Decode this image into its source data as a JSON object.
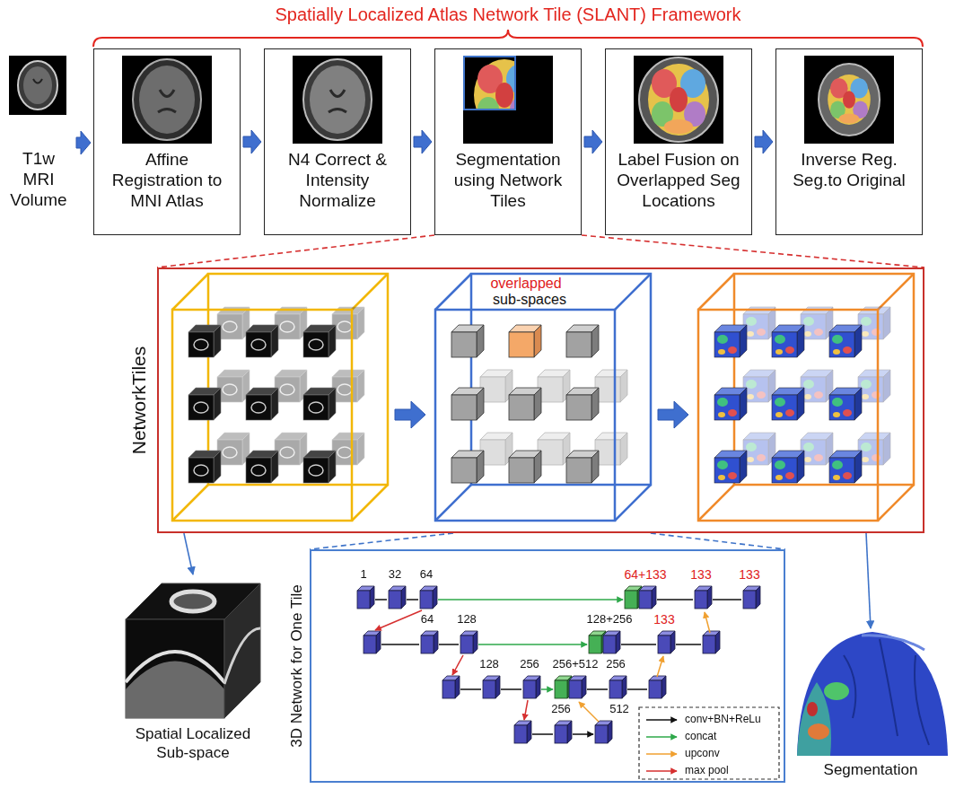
{
  "diagram": {
    "title": "Spatially Localized Atlas Network Tile (SLANT) Framework",
    "nodes": [
      {
        "text": [
          "T1w MRI Volume"
        ]
      },
      {
        "text": [
          "Affine Registration to MNI Atlas"
        ]
      },
      {
        "text": [
          "N4 Correct & Intensity Normalize"
        ]
      },
      {
        "text": [
          "Segmentation using Network Tiles"
        ]
      },
      {
        "text": [
          "Label Fusion on Overlapped Seg Locations"
        ]
      },
      {
        "text": [
          "Inverse Reg. Seg.to Original"
        ]
      },
      {
        "text": [
          "NetworkTiles"
        ]
      },
      {
        "text": [
          "Spatial Localized Sub-space"
        ]
      },
      {
        "text": [
          "3D Network for One Tile"
        ]
      },
      {
        "text": [
          "Segmentation"
        ]
      }
    ],
    "edges": [
      {
        "from": 0,
        "to": 1,
        "arrow": "to"
      },
      {
        "from": 1,
        "to": 2,
        "arrow": "to"
      },
      {
        "from": 2,
        "to": 3,
        "arrow": "to"
      },
      {
        "from": 3,
        "to": 4,
        "arrow": "to"
      },
      {
        "from": 4,
        "to": 5,
        "arrow": "to"
      },
      {
        "from": 3,
        "to": 6,
        "arrow": "none"
      },
      {
        "from": 6,
        "to": 7,
        "arrow": "to"
      },
      {
        "from": 6,
        "to": 8,
        "arrow": "none"
      },
      {
        "from": 6,
        "to": 9,
        "arrow": "to"
      }
    ],
    "labels": [
      "overlapped",
      "sub-spaces",
      "1",
      "32",
      "64",
      "64+133",
      "133",
      "133",
      "64",
      "128",
      "128+256",
      "133",
      "128",
      "256",
      "256+512",
      "256",
      "256",
      "512"
    ],
    "legend": [
      {
        "text": "conv+BN+ReLu"
      },
      {
        "text": "concat"
      },
      {
        "text": "upconv"
      },
      {
        "text": "max pool"
      }
    ]
  }
}
